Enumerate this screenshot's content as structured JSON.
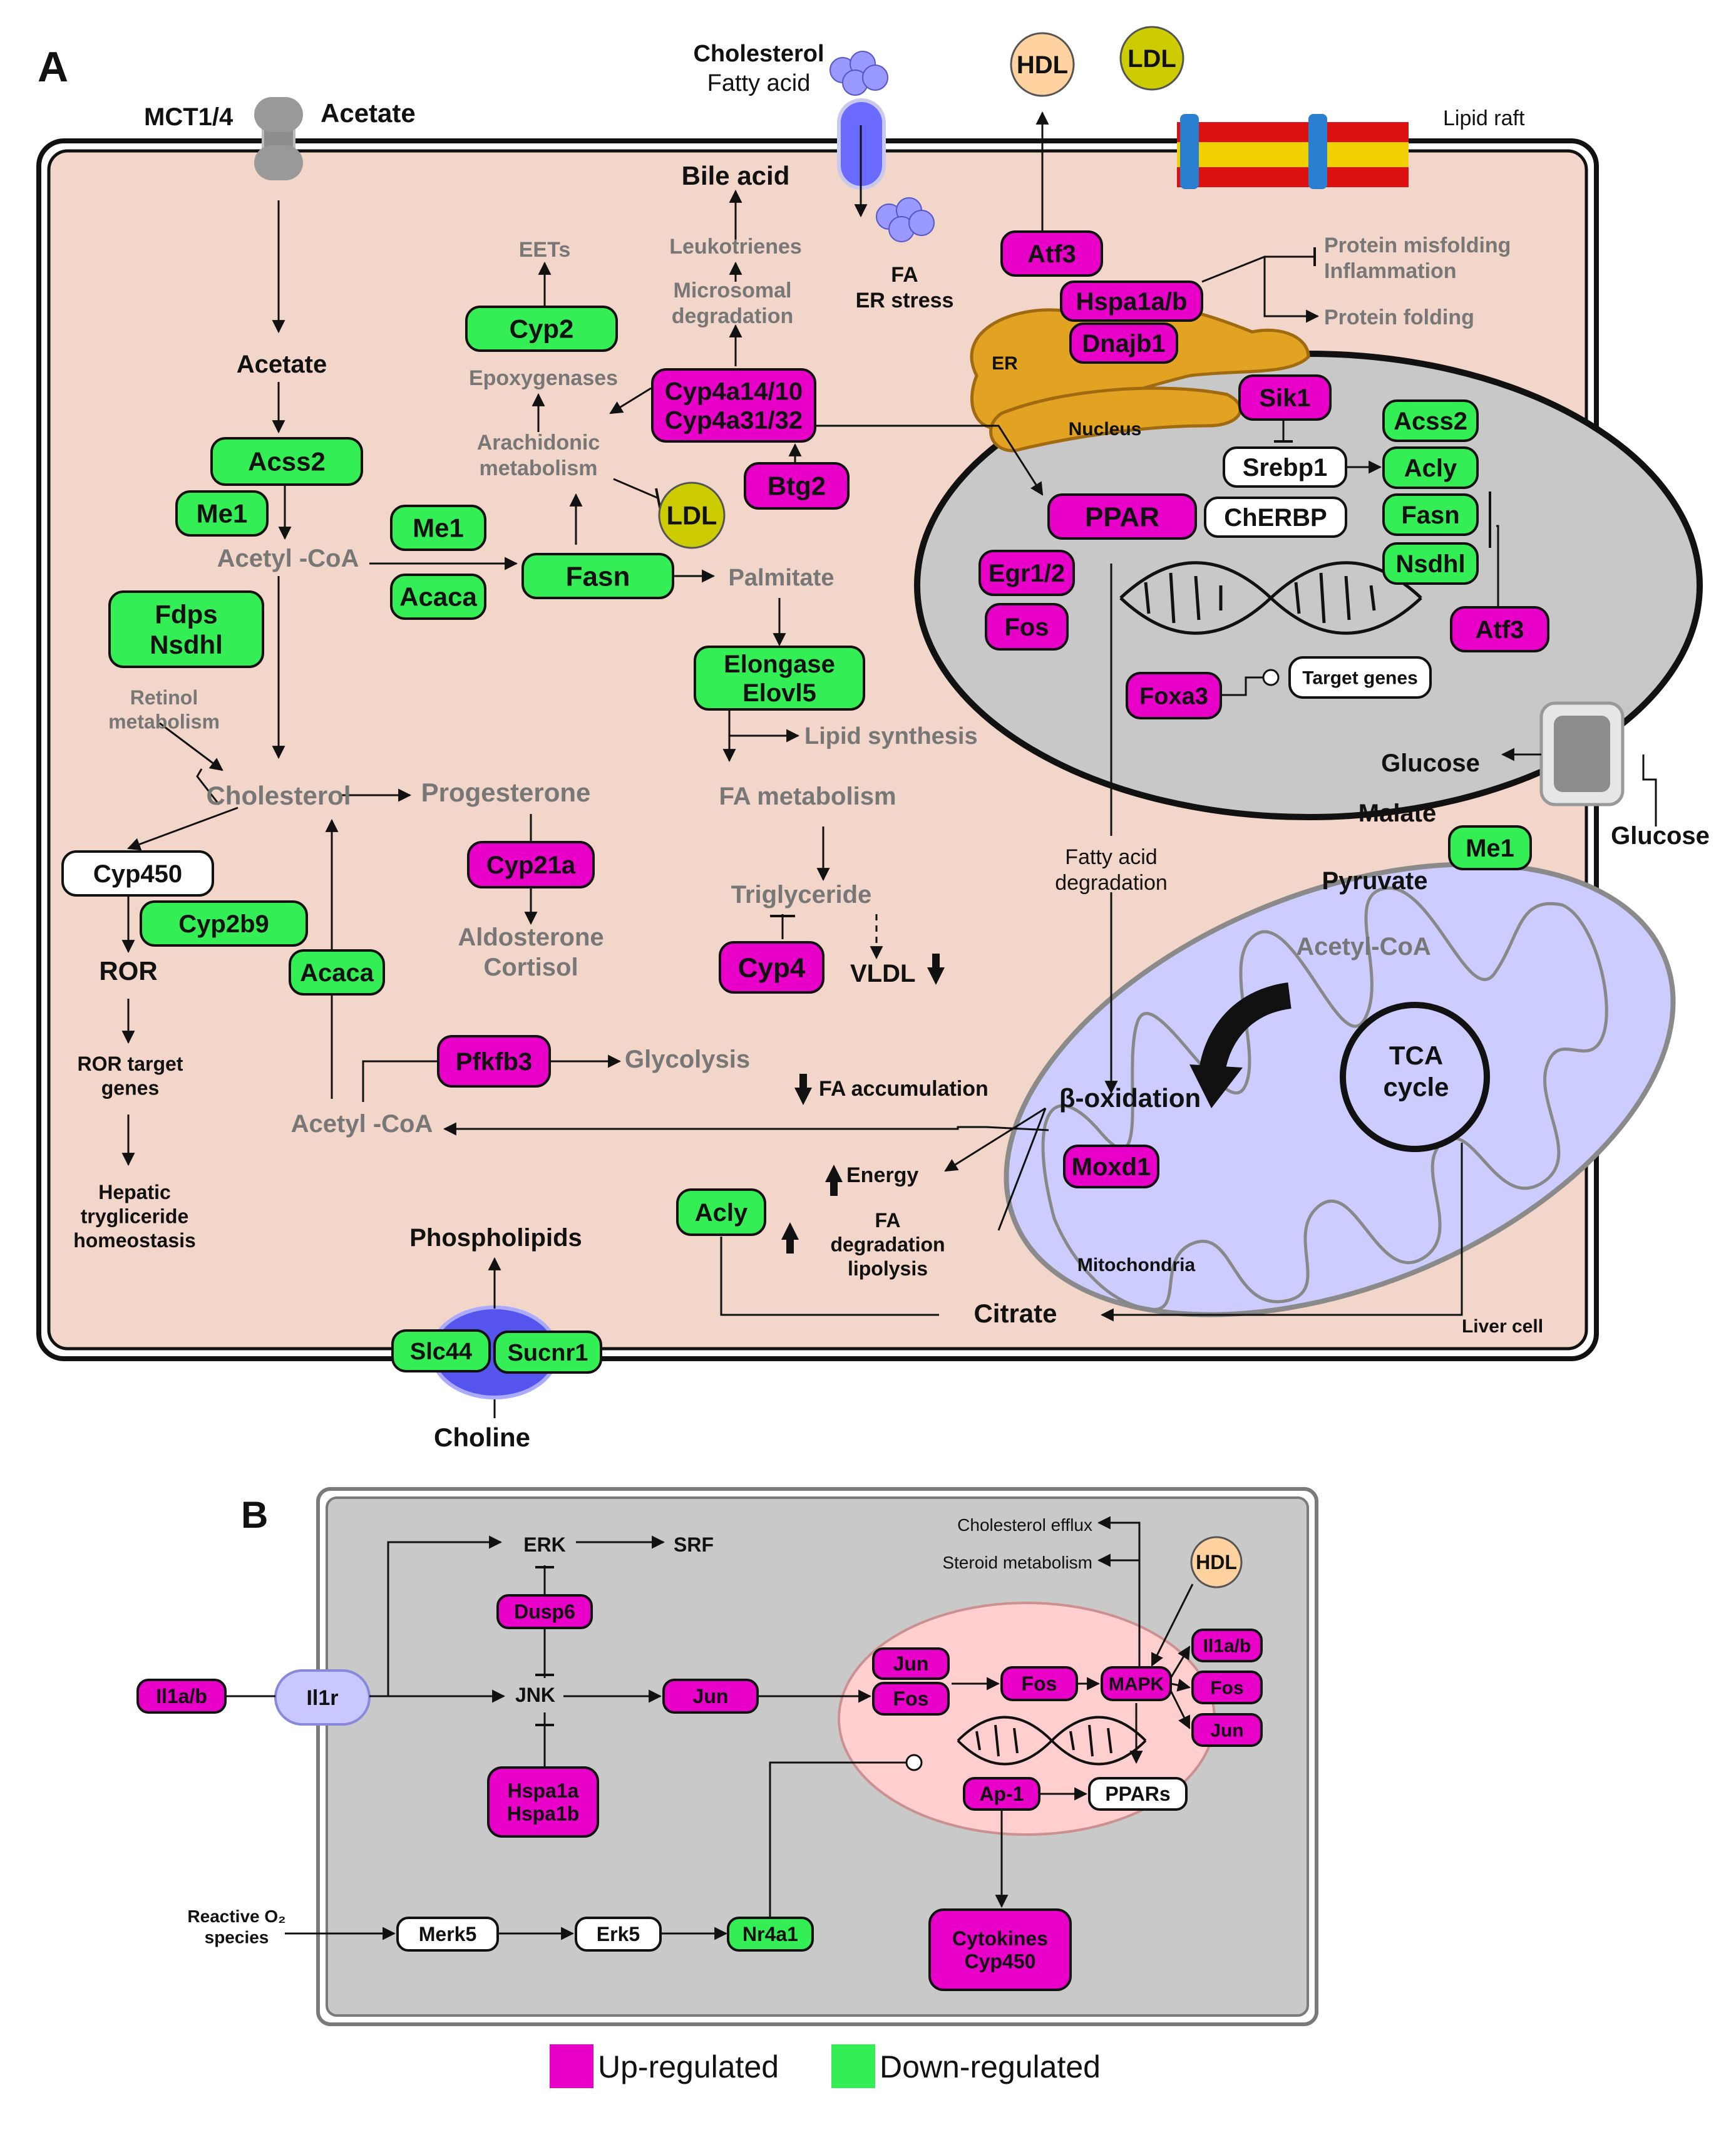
{
  "colors": {
    "up": "#e800c8",
    "down": "#33ee55",
    "neutral": "#ffffff",
    "cell_bg": "#f2d6c9",
    "panel_b_bg": "#c9c9c9",
    "nucleus": "#c8c8c8",
    "mito": "#ccccff",
    "hdl": "#ffd2a0",
    "ldl": "#cccc00"
  },
  "panel_labels": {
    "a": "A",
    "b": "B"
  },
  "nodes": [
    {
      "id": "a_acss2_top",
      "text": "Acss2",
      "kind": "down"
    },
    {
      "id": "a_me1_left",
      "text": "Me1",
      "kind": "down"
    },
    {
      "id": "a_me1_mid",
      "text": "Me1",
      "kind": "down"
    },
    {
      "id": "a_acaca_mid",
      "text": "Acaca",
      "kind": "down"
    },
    {
      "id": "a_fasn_mid",
      "text": "Fasn",
      "kind": "down"
    },
    {
      "id": "a_fdps",
      "text": "Fdps\nNsdhl",
      "kind": "down"
    },
    {
      "id": "a_cyp2",
      "text": "Cyp2",
      "kind": "down"
    },
    {
      "id": "a_cyp4a",
      "text": "Cyp4a14/10\nCyp4a31/32",
      "kind": "up"
    },
    {
      "id": "a_btg2",
      "text": "Btg2",
      "kind": "up"
    },
    {
      "id": "a_elongase",
      "text": "Elongase\nElovl5",
      "kind": "down"
    },
    {
      "id": "a_cyp450",
      "text": "Cyp450",
      "kind": "neutral"
    },
    {
      "id": "a_cyp2b9",
      "text": "Cyp2b9",
      "kind": "down"
    },
    {
      "id": "a_acaca_low",
      "text": "Acaca",
      "kind": "down"
    },
    {
      "id": "a_cyp21a",
      "text": "Cyp21a",
      "kind": "up"
    },
    {
      "id": "a_cyp4",
      "text": "Cyp4",
      "kind": "up"
    },
    {
      "id": "a_pfkfb3",
      "text": "Pfkfb3",
      "kind": "up"
    },
    {
      "id": "a_acly_low",
      "text": "Acly",
      "kind": "down"
    },
    {
      "id": "a_atf3_top",
      "text": "Atf3",
      "kind": "up"
    },
    {
      "id": "a_hspa1ab",
      "text": "Hspa1a/b",
      "kind": "up"
    },
    {
      "id": "a_dnajb1",
      "text": "Dnajb1",
      "kind": "up"
    },
    {
      "id": "a_sik1",
      "text": "Sik1",
      "kind": "up"
    },
    {
      "id": "a_srebp1",
      "text": "Srebp1",
      "kind": "neutral"
    },
    {
      "id": "a_cherbp",
      "text": "ChERBP",
      "kind": "neutral"
    },
    {
      "id": "a_acss2_nuc",
      "text": "Acss2",
      "kind": "down"
    },
    {
      "id": "a_acly_nuc",
      "text": "Acly",
      "kind": "down"
    },
    {
      "id": "a_fasn_nuc",
      "text": "Fasn",
      "kind": "down"
    },
    {
      "id": "a_nsdhl_nuc",
      "text": "Nsdhl",
      "kind": "down"
    },
    {
      "id": "a_atf3_nuc",
      "text": "Atf3",
      "kind": "up"
    },
    {
      "id": "a_ppar",
      "text": "PPAR",
      "kind": "up"
    },
    {
      "id": "a_egr12",
      "text": "Egr1/2",
      "kind": "up"
    },
    {
      "id": "a_fos_nuc",
      "text": "Fos",
      "kind": "up"
    },
    {
      "id": "a_foxa3",
      "text": "Foxa3",
      "kind": "up"
    },
    {
      "id": "a_target",
      "text": "Target genes",
      "kind": "neutral"
    },
    {
      "id": "a_me1_right",
      "text": "Me1",
      "kind": "down"
    },
    {
      "id": "a_moxd1",
      "text": "Moxd1",
      "kind": "up"
    },
    {
      "id": "a_slc44",
      "text": "Slc44",
      "kind": "down"
    },
    {
      "id": "a_sucnr1",
      "text": "Sucnr1",
      "kind": "down"
    },
    {
      "id": "b_il1ab_left",
      "text": "Il1a/b",
      "kind": "up"
    },
    {
      "id": "b_dusp6",
      "text": "Dusp6",
      "kind": "up"
    },
    {
      "id": "b_hspa1",
      "text": "Hspa1a\nHspa1b",
      "kind": "up"
    },
    {
      "id": "b_jun_mid",
      "text": "Jun",
      "kind": "up"
    },
    {
      "id": "b_jun_nuc",
      "text": "Jun",
      "kind": "up"
    },
    {
      "id": "b_fos_nuc_l",
      "text": "Fos",
      "kind": "up"
    },
    {
      "id": "b_fos_nuc_m",
      "text": "Fos",
      "kind": "up"
    },
    {
      "id": "b_mapk",
      "text": "MAPK",
      "kind": "up"
    },
    {
      "id": "b_il1ab_right",
      "text": "Il1a/b",
      "kind": "up"
    },
    {
      "id": "b_fos_right",
      "text": "Fos",
      "kind": "up"
    },
    {
      "id": "b_jun_right",
      "text": "Jun",
      "kind": "up"
    },
    {
      "id": "b_ap1",
      "text": "Ap-1",
      "kind": "up"
    },
    {
      "id": "b_ppars",
      "text": "PPARs",
      "kind": "neutral"
    },
    {
      "id": "b_cytokines",
      "text": "Cytokines\nCyp450",
      "kind": "up"
    },
    {
      "id": "b_merk5",
      "text": "Merk5",
      "kind": "neutral"
    },
    {
      "id": "b_erk5",
      "text": "Erk5",
      "kind": "neutral"
    },
    {
      "id": "b_nr4a1",
      "text": "Nr4a1",
      "kind": "down"
    }
  ],
  "labels": [
    {
      "id": "l_mct",
      "text": "MCT1/4"
    },
    {
      "id": "l_acetate_top",
      "text": "Acetate"
    },
    {
      "id": "l_cholesterol_top",
      "text": "Cholesterol"
    },
    {
      "id": "l_fattyacid_top",
      "text": "Fatty acid"
    },
    {
      "id": "l_hdl_top",
      "text": "HDL"
    },
    {
      "id": "l_ldl_top",
      "text": "LDL"
    },
    {
      "id": "l_lipidraft",
      "text": "Lipid raft"
    },
    {
      "id": "l_bileacid",
      "text": "Bile acid"
    },
    {
      "id": "l_leukotrienes",
      "text": "Leukotrienes"
    },
    {
      "id": "l_microsomal",
      "text": "Microsomal\ndegradation"
    },
    {
      "id": "l_eets",
      "text": "EETs"
    },
    {
      "id": "l_epoxygenases",
      "text": "Epoxygenases"
    },
    {
      "id": "l_arachidonic",
      "text": "Arachidonic\nmetabolism"
    },
    {
      "id": "l_ldl_mid",
      "text": "LDL"
    },
    {
      "id": "l_fa",
      "text": "FA\nER stress"
    },
    {
      "id": "l_misfolding",
      "text": "Protein misfolding\nInflammation"
    },
    {
      "id": "l_folding",
      "text": "Protein folding"
    },
    {
      "id": "l_er",
      "text": "ER"
    },
    {
      "id": "l_nucleus",
      "text": "Nucleus"
    },
    {
      "id": "l_acetate",
      "text": "Acetate"
    },
    {
      "id": "l_acetylcoa1",
      "text": "Acetyl -CoA"
    },
    {
      "id": "l_palmitate",
      "text": "Palmitate"
    },
    {
      "id": "l_retinol",
      "text": "Retinol\nmetabolism"
    },
    {
      "id": "l_lipidsynth",
      "text": "Lipid synthesis"
    },
    {
      "id": "l_fametab",
      "text": "FA metabolism"
    },
    {
      "id": "l_cholesterol",
      "text": "Cholesterol"
    },
    {
      "id": "l_progesterone",
      "text": "Progesterone"
    },
    {
      "id": "l_triglyceride",
      "text": "Triglyceride"
    },
    {
      "id": "l_vldl",
      "text": "VLDL"
    },
    {
      "id": "l_aldosterone",
      "text": "Aldosterone\nCortisol"
    },
    {
      "id": "l_ror",
      "text": "ROR"
    },
    {
      "id": "l_rortarget",
      "text": "ROR target\ngenes"
    },
    {
      "id": "l_hepatic",
      "text": "Hepatic\ntrygliceride\nhomeostasis"
    },
    {
      "id": "l_glycolysis",
      "text": "Glycolysis"
    },
    {
      "id": "l_acetylcoa2",
      "text": "Acetyl -CoA"
    },
    {
      "id": "l_faaccum",
      "text": "FA accumulation"
    },
    {
      "id": "l_energy",
      "text": "Energy"
    },
    {
      "id": "l_fadeg",
      "text": "FA\ndegradation\nlipolysis"
    },
    {
      "id": "l_phospholipids",
      "text": "Phospholipids"
    },
    {
      "id": "l_citrate",
      "text": "Citrate"
    },
    {
      "id": "l_livercell",
      "text": "Liver cell"
    },
    {
      "id": "l_choline",
      "text": "Choline"
    },
    {
      "id": "l_fadegradation",
      "text": "Fatty acid\ndegradation"
    },
    {
      "id": "l_glucose_in",
      "text": "Glucose"
    },
    {
      "id": "l_glucose_out",
      "text": "Glucose"
    },
    {
      "id": "l_malate",
      "text": "Malate"
    },
    {
      "id": "l_pyruvate",
      "text": "Pyruvate"
    },
    {
      "id": "l_acetylcoa3",
      "text": "Acetyl-CoA"
    },
    {
      "id": "l_tca",
      "text": "TCA\ncycle"
    },
    {
      "id": "l_betaox",
      "text": "β-oxidation"
    },
    {
      "id": "l_mito",
      "text": "Mitochondria"
    },
    {
      "id": "lb_erk",
      "text": "ERK"
    },
    {
      "id": "lb_srf",
      "text": "SRF"
    },
    {
      "id": "lb_jnk",
      "text": "JNK"
    },
    {
      "id": "lb_il1r",
      "text": "Il1r"
    },
    {
      "id": "lb_cholefflux",
      "text": "Cholesterol efflux"
    },
    {
      "id": "lb_steroid",
      "text": "Steroid metabolism"
    },
    {
      "id": "lb_hdl",
      "text": "HDL"
    },
    {
      "id": "lb_ros",
      "text": "Reactive O₂\nspecies"
    }
  ],
  "legend": {
    "up_label": "Up-regulated",
    "down_label": "Down-regulated"
  }
}
